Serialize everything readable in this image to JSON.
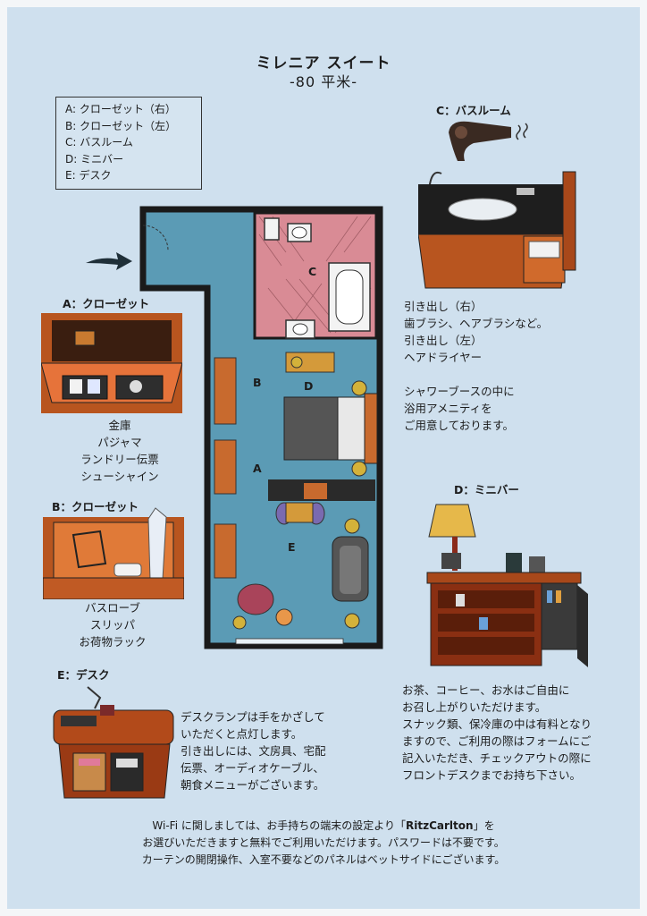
{
  "title": "ミレニア スイート",
  "subtitle": "-80 平米-",
  "legend": [
    "A: クローゼット（右）",
    "B: クローゼット（左）",
    "C: バスルーム",
    "D: ミニバー",
    "E: デスク"
  ],
  "floorplan": {
    "labels": {
      "a": "A",
      "b": "B",
      "c": "C",
      "d": "D",
      "e": "E"
    }
  },
  "closet_a": {
    "heading": "A：クローゼット",
    "items": [
      "金庫",
      "パジャマ",
      "ランドリー伝票",
      "シューシャイン"
    ]
  },
  "closet_b": {
    "heading": "B：クローゼット",
    "items": [
      "バスローブ",
      "スリッパ",
      "お荷物ラック"
    ]
  },
  "bathroom": {
    "heading": "C：バスルーム",
    "lines": [
      "引き出し（右）",
      "歯ブラシ、ヘアブラシなど。",
      "引き出し（左）",
      "ヘアドライヤー",
      "",
      "シャワーブースの中に",
      "浴用アメニティを",
      "ご用意しております。"
    ]
  },
  "minibar": {
    "heading": "D：ミニバー",
    "lines": [
      "お茶、コーヒー、お水はご自由に",
      "お召し上がりいただけます。",
      "スナック類、保冷庫の中は有料となり",
      "ますので、ご利用の際はフォームにご",
      "記入いただき、チェックアウトの際に",
      "フロントデスクまでお持ち下さい。"
    ]
  },
  "desk": {
    "heading": "E：デスク",
    "lines": [
      "デスクランプは手をかざして",
      "いただくと点灯します。",
      "引き出しには、文房具、宅配",
      "伝票、オーディオケーブル、",
      "朝食メニューがございます。"
    ]
  },
  "footer": {
    "wifi_pre": "Wi-Fi に関しましては、お手持ちの端末の設定より「",
    "wifi_ssid": "RitzCarlton",
    "wifi_post": "」を",
    "line2": "お選びいただきますと無料でご利用いただけます。パスワードは不要です。",
    "line3": "カーテンの開閉操作、入室不要などのパネルはベットサイドにございます。"
  },
  "colors": {
    "paper": "#cfe0ee",
    "floor": "#5b9bb5",
    "wood": "#b8551f",
    "tile": "#d98b95",
    "wall": "#1a1a1a"
  }
}
